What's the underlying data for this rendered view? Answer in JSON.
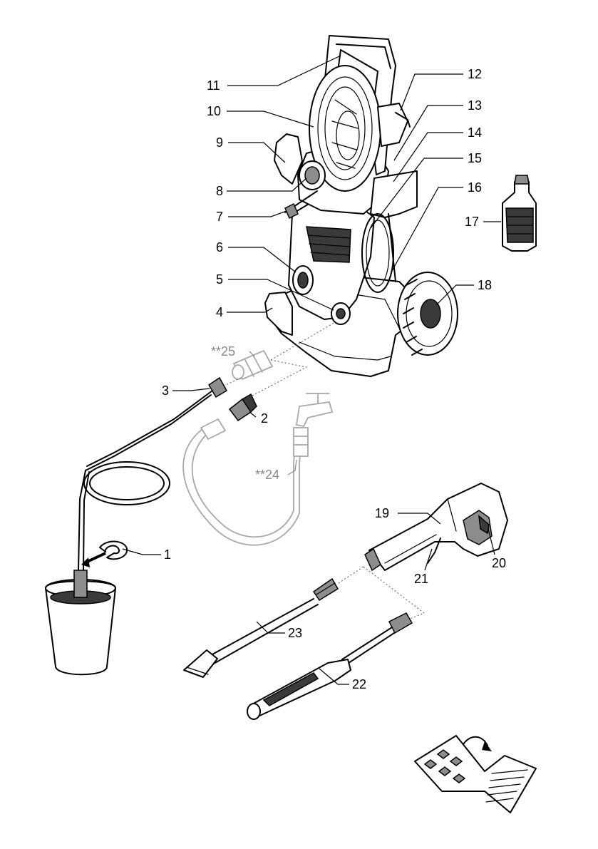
{
  "callouts": {
    "c1": "1",
    "c2": "2",
    "c3": "3",
    "c4": "4",
    "c5": "5",
    "c6": "6",
    "c7": "7",
    "c8": "8",
    "c9": "9",
    "c10": "10",
    "c11": "11",
    "c12": "12",
    "c13": "13",
    "c14": "14",
    "c15": "15",
    "c16": "16",
    "c17": "17",
    "c18": "18",
    "c19": "19",
    "c20": "20",
    "c21": "21",
    "c22": "22",
    "c23": "23",
    "c24": "**24",
    "c25": "**25"
  },
  "colors": {
    "line": "#000000",
    "optional_accessory": "#8a8a8a",
    "dark_fill": "#3a3a3a",
    "mid_fill": "#8d8d8d"
  }
}
